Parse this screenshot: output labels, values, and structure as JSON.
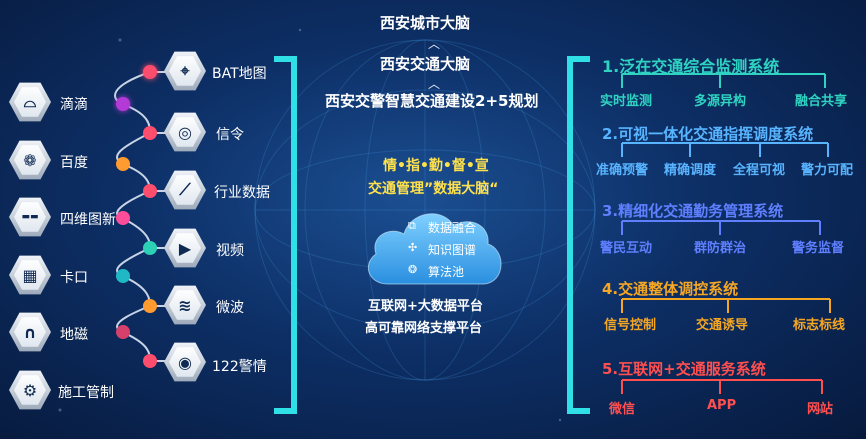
{
  "top_titles": [
    "西安城市大脑",
    "西安交通大脑",
    "西安交警智慧交通建设2+5规划"
  ],
  "left_sources": [
    {
      "label": "滴滴",
      "icon": "didi-icon"
    },
    {
      "label": "百度",
      "icon": "baidu-paw-icon"
    },
    {
      "label": "四维图新",
      "icon": "navinfo-icon"
    },
    {
      "label": "卡口",
      "icon": "checkpoint-icon"
    },
    {
      "label": "地磁",
      "icon": "magnet-icon"
    },
    {
      "label": "施工管制",
      "icon": "construction-gear-icon"
    }
  ],
  "right_sources": [
    {
      "label": "BAT地图",
      "icon": "map-pin-icon"
    },
    {
      "label": "信令",
      "icon": "signal-target-icon"
    },
    {
      "label": "行业数据",
      "icon": "line-chart-icon"
    },
    {
      "label": "视频",
      "icon": "video-camera-icon"
    },
    {
      "label": "微波",
      "icon": "microwave-wave-icon"
    },
    {
      "label": "122警情",
      "icon": "alert-broadcast-icon"
    }
  ],
  "center": {
    "line1": "情•指•勤•督•宣",
    "line2": "交通管理”数据大脑“",
    "cloud_items": [
      "数据融合",
      "知识图谱",
      "算法池"
    ],
    "platform1": "互联网+大数据平台",
    "platform2": "高可靠网络支撑平台"
  },
  "systems": [
    {
      "title": "1.泛在交通综合监测系统",
      "color": "#2fd3c2",
      "items": [
        "实时监测",
        "多源异构",
        "融合共享"
      ]
    },
    {
      "title": "2.可视一体化交通指挥调度系统",
      "color": "#58b4ff",
      "items": [
        "准确预警",
        "精确调度",
        "全程可视",
        "警力可配"
      ]
    },
    {
      "title": "3.精细化交通勤务管理系统",
      "color": "#5f7fff",
      "items": [
        "警民互动",
        "群防群治",
        "警务监督"
      ]
    },
    {
      "title": "4.交通整体调控系统",
      "color": "#f5a623",
      "items": [
        "信号控制",
        "交通诱导",
        "标志标线"
      ]
    },
    {
      "title": "5.互联网+交通服务系统",
      "color": "#ff4f4f",
      "items": [
        "微信",
        "APP",
        "网站"
      ]
    }
  ]
}
